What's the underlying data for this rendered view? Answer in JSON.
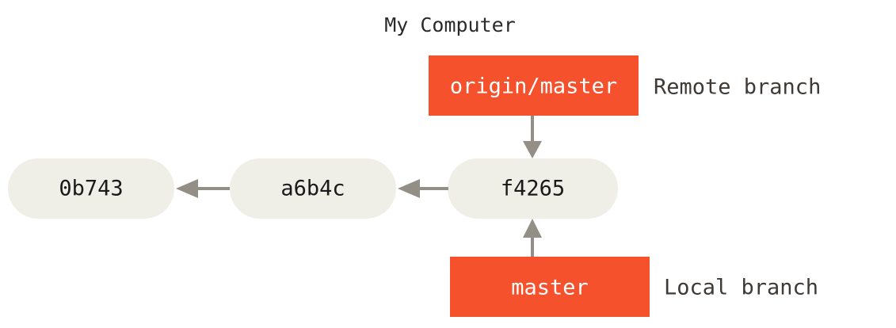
{
  "diagram": {
    "title": "My Computer",
    "commits": [
      {
        "id": "commit-0b743",
        "label": "0b743"
      },
      {
        "id": "commit-a6b4c",
        "label": "a6b4c"
      },
      {
        "id": "commit-f4265",
        "label": "f4265"
      }
    ],
    "branches": [
      {
        "id": "branch-origin-master",
        "label": "origin/master",
        "annotation": "Remote branch",
        "kind": "remote",
        "points_to": "f4265"
      },
      {
        "id": "branch-master",
        "label": "master",
        "annotation": "Local branch",
        "kind": "local",
        "points_to": "f4265"
      }
    ],
    "edges": [
      {
        "from": "a6b4c",
        "to": "0b743",
        "direction": "left"
      },
      {
        "from": "f4265",
        "to": "a6b4c",
        "direction": "left"
      },
      {
        "from": "origin/master",
        "to": "f4265",
        "direction": "down"
      },
      {
        "from": "master",
        "to": "f4265",
        "direction": "up"
      }
    ],
    "colors": {
      "background": "#ffffff",
      "commit_fill": "#efeee7",
      "commit_text": "#1a1a1a",
      "branch_fill": "#f4512c",
      "branch_text": "#ffffff",
      "edge": "#938f87",
      "annotation_text": "#3f3a36",
      "title_text": "#2b2b2b"
    }
  }
}
